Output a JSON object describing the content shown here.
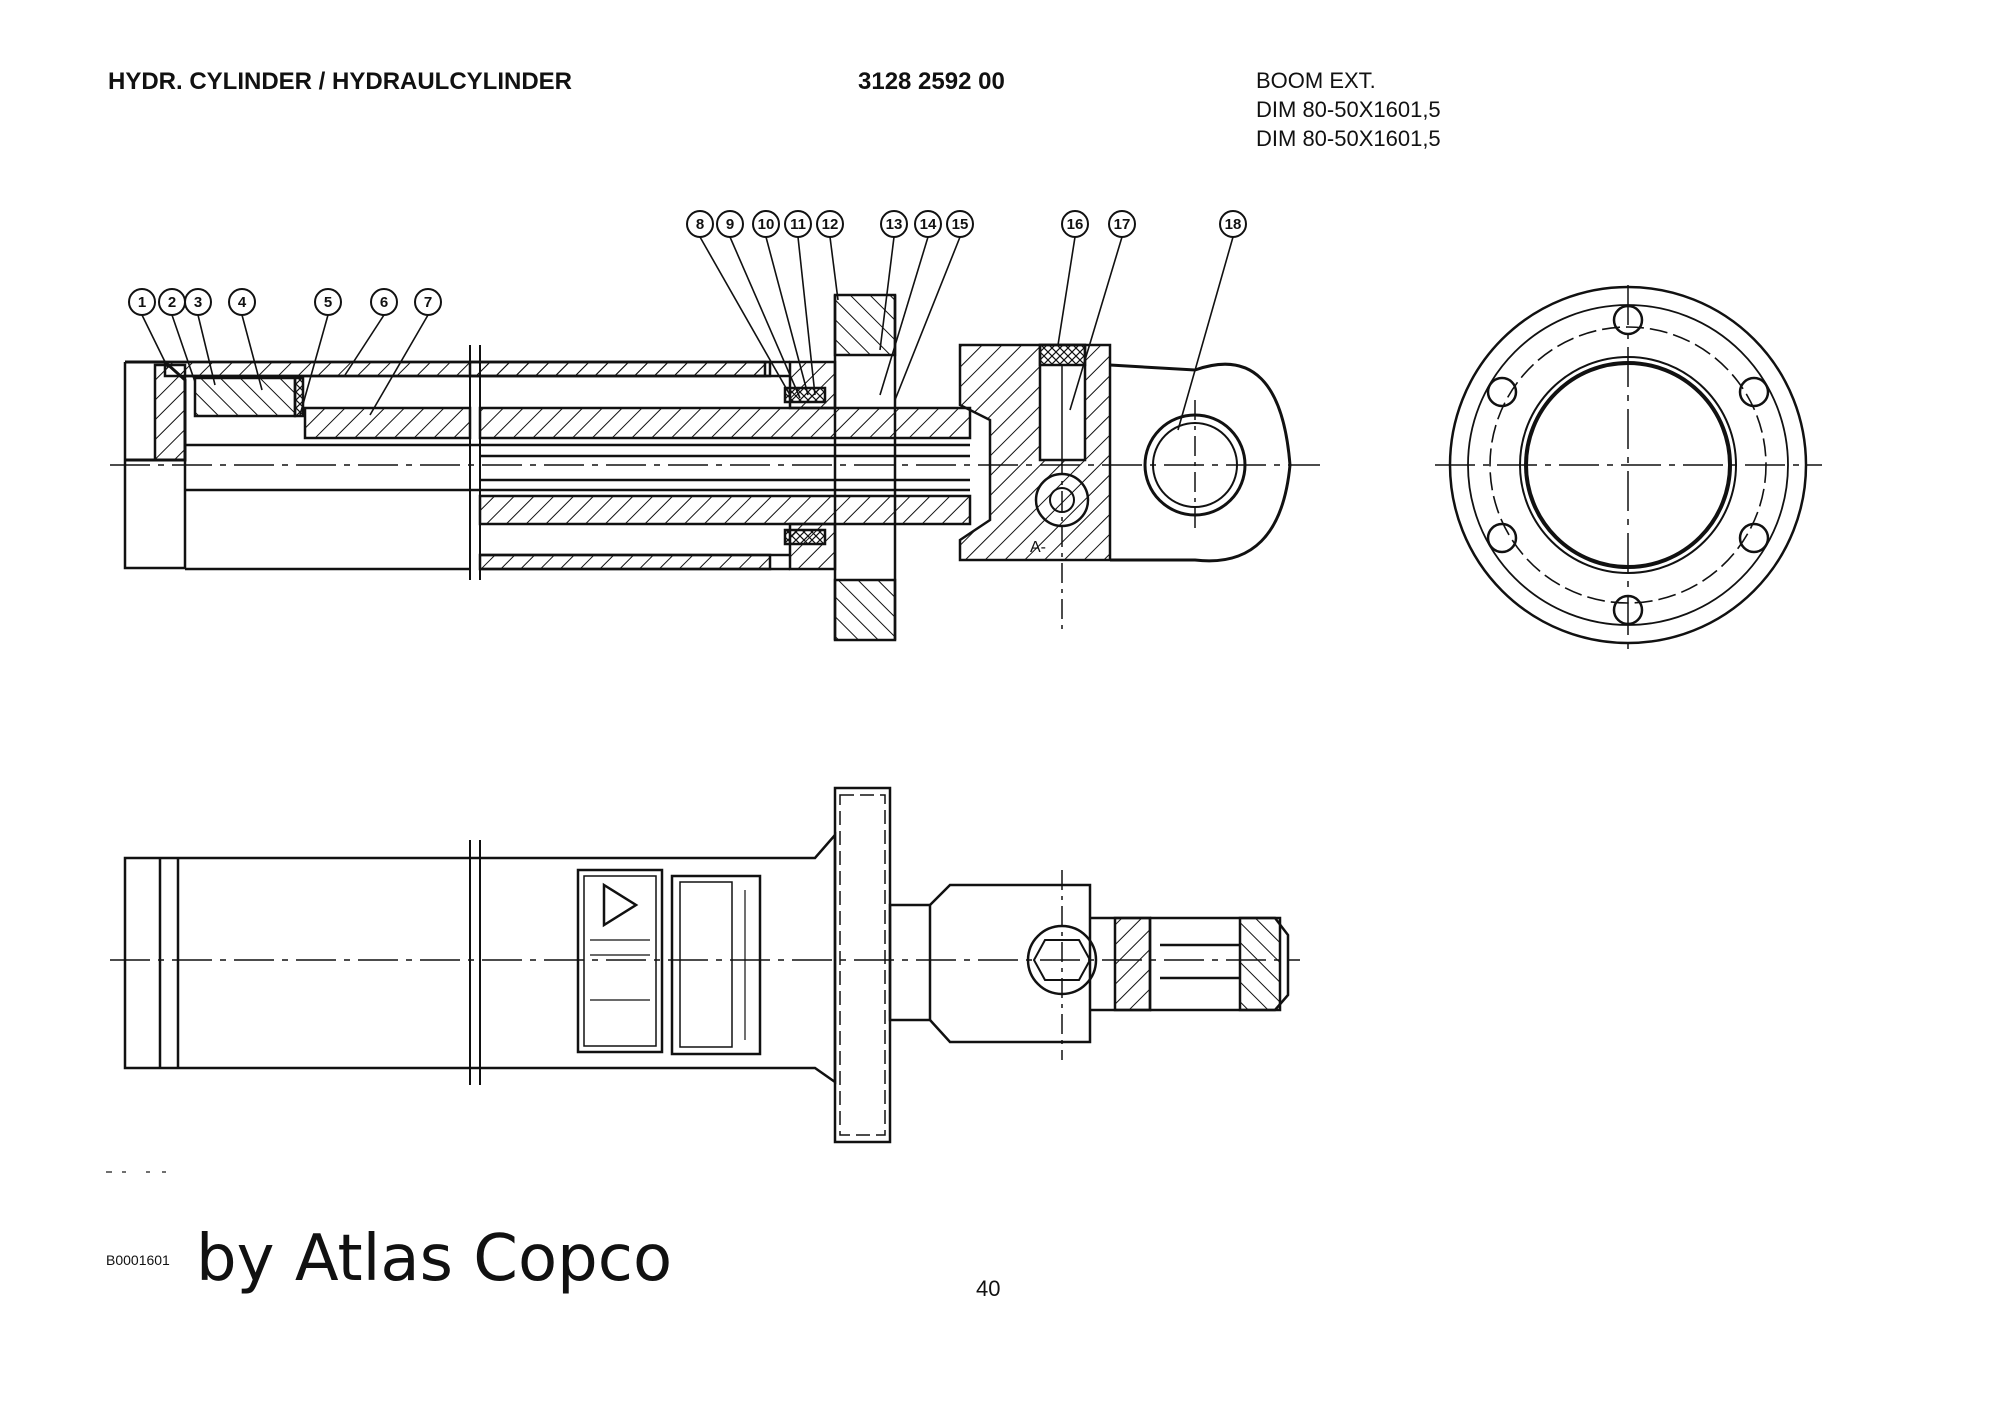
{
  "header": {
    "title": "HYDR. CYLINDER / HYDRAULCYLINDER",
    "part_number": "3128 2592 00",
    "spec_lines": [
      "BOOM EXT.",
      "DIM 80-50X1601,5",
      "DIM 80-50X1601,5"
    ]
  },
  "balloons": [
    "1",
    "2",
    "3",
    "4",
    "5",
    "6",
    "7",
    "8",
    "9",
    "10",
    "11",
    "12",
    "13",
    "14",
    "15",
    "16",
    "17",
    "18"
  ],
  "view_label": "A-",
  "drawing_code": "B0001601",
  "brand": "by Atlas Copco",
  "page_number": "40",
  "colors": {
    "ink": "#111111",
    "paper": "#ffffff"
  }
}
